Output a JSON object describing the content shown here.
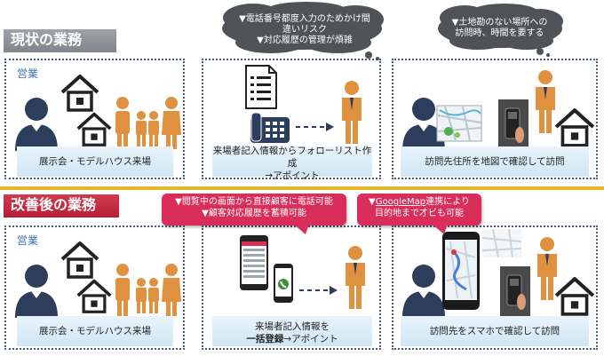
{
  "before": {
    "section_label": "現状の業務",
    "panel1": {
      "tag": "営業",
      "caption": "展示会・モデルハウス来場"
    },
    "panel2": {
      "caption_line1": "来場者記入情報からフォローリスト作成",
      "caption_line2": "→アポイント"
    },
    "panel3": {
      "caption": "訪問先住所を地図で確認して訪問"
    },
    "cloud1": {
      "line1": "▼電話番号都度入力のためかけ間",
      "line2": "違いリスク",
      "line3": "▼対応履歴の管理が煩雑"
    },
    "cloud2": {
      "line1": "▼土地勘のない場所への",
      "line2": "訪問時、時間を要する"
    }
  },
  "after": {
    "section_label": "改善後の業務",
    "panel1": {
      "tag": "営業",
      "caption": "展示会・モデルハウス来場"
    },
    "panel2": {
      "caption_line1": "来場者記入情報を",
      "caption_bold": "一括登録",
      "caption_rest": "→アポイント"
    },
    "panel3": {
      "caption": "訪問先をスマホで確認して訪問"
    },
    "note1": {
      "line1": "▼閲覧中の画面から直接顧客に電話可能",
      "line2": "▼顧客対応履歴を蓄積可能"
    },
    "note2": {
      "line1a": "▼",
      "line1b": "GoogleMap",
      "line1c": "連携により",
      "line2": "目的地まで才ビも可能"
    }
  },
  "colors": {
    "divider": "#e7b92a",
    "accent_red": "#d92d5a",
    "caption_bg": "#d8ecf7",
    "figure_orange": "#e0913f",
    "figure_navy": "#2d3e5c"
  }
}
